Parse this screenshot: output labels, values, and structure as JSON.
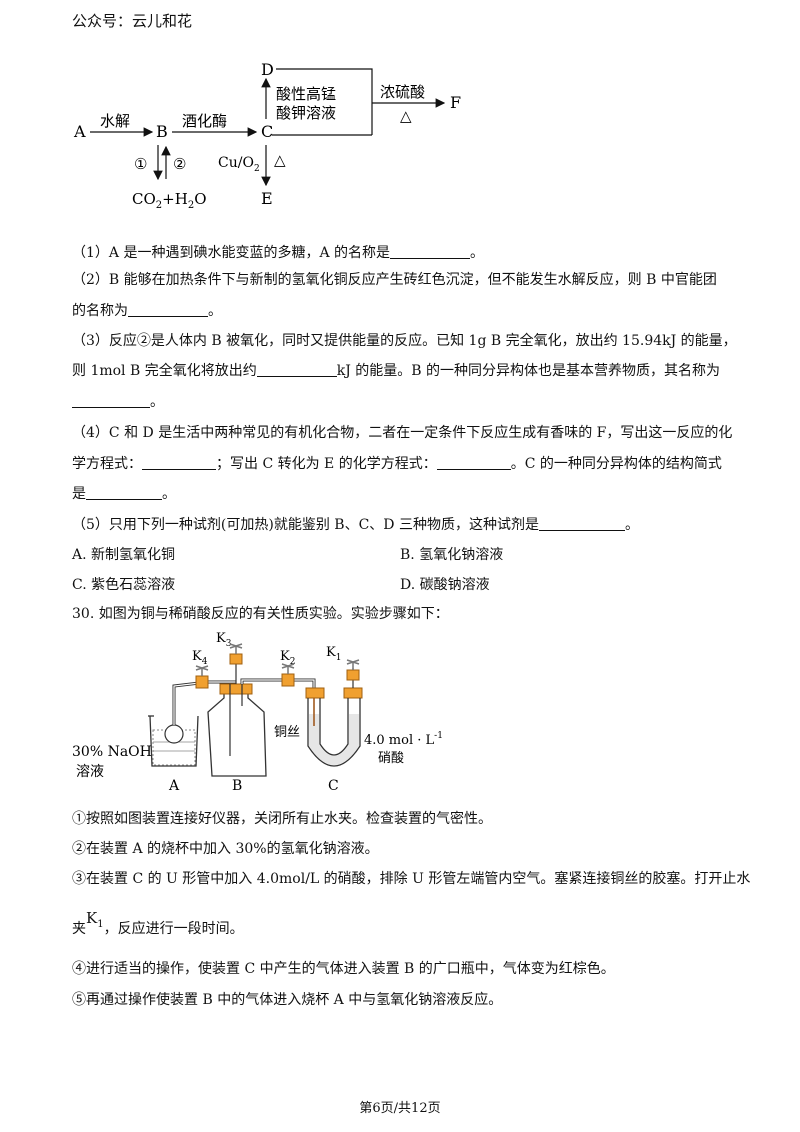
{
  "header": {
    "account": "公众号：云儿和花"
  },
  "scheme": {
    "A": "A",
    "B": "B",
    "C": "C",
    "D": "D",
    "E": "E",
    "F": "F",
    "ab_label": "水解",
    "bc_label": "酒化酶",
    "cd_label_1": "酸性高锰",
    "cd_label_2": "酸钾溶液",
    "cf_label": "浓硫酸",
    "heat": "△",
    "circle1": "①",
    "circle2": "②",
    "co2": "CO",
    "sub2": "2",
    "plus_h": "+H",
    "o": "O",
    "cu": "Cu/O",
    "heat2": "△"
  },
  "q1": {
    "text": "（1）A 是一种遇到碘水能变蓝的多糖，A 的名称是",
    "end": "。"
  },
  "q2": {
    "line1": "（2）B 能够在加热条件下与新制的氢氧化铜反应产生砖红色沉淀，但不能发生水解反应，则 B 中官能团",
    "line2": "的名称为",
    "end": "。"
  },
  "q3": {
    "line1": "（3）反应②是人体内 B 被氧化，同时又提供能量的反应。已知 1g B 完全氧化，放出约 15.94kJ 的能量，",
    "line2a": "则 1mol B 完全氧化将放出约",
    "line2b": "kJ 的能量。B 的一种同分异构体也是基本营养物质，其名称为",
    "end": "。"
  },
  "q4": {
    "line1": "（4）C 和 D 是生活中两种常见的有机化合物，二者在一定条件下反应生成有香味的 F，写出这一反应的化",
    "line2a": "学方程式：",
    "line2b": "；写出 C 转化为 E 的化学方程式：",
    "line2c": "。C 的一种同分异构体的结构简式",
    "line3": "是",
    "end": "。"
  },
  "q5": {
    "text": "（5）只用下列一种试剂(可加热)就能鉴别 B、C、D 三种物质，这种试剂是",
    "end": "。",
    "options": [
      "A. 新制氢氧化铜",
      "B. 氢氧化钠溶液",
      "C. 紫色石蕊溶液",
      "D. 碳酸钠溶液"
    ]
  },
  "q30": {
    "text": "30. 如图为铜与稀硝酸反应的有关性质实验。实验步骤如下："
  },
  "apparatus": {
    "K1": "K",
    "K2": "K",
    "K3": "K",
    "K4": "K",
    "k1sub": "1",
    "k2sub": "2",
    "k3sub": "3",
    "k4sub": "4",
    "naoh_1": "30% NaOH",
    "naoh_2": "溶液",
    "copper": "铜丝",
    "conc": "4.0 mol · L",
    "conc_sup": "-1",
    "acid": "硝酸",
    "labelA": "A",
    "labelB": "B",
    "labelC": "C"
  },
  "steps": {
    "s1": "①按照如图装置连接好仪器，关闭所有止水夹。检查装置的气密性。",
    "s2": "②在装置 A 的烧杯中加入 30%的氢氧化钠溶液。",
    "s3a": "③在装置 C 的 U 形管中加入 4.0mol/L 的硝酸，排除 U 形管左端管内空气。塞紧连接铜丝的胶塞。打开止水",
    "s3b": "夹",
    "s3k": "K",
    "s3ksub": "1",
    "s3c": "，反应进行一段时间。",
    "s4": "④进行适当的操作，使装置 C 中产生的气体进入装置 B 的广口瓶中，气体变为红棕色。",
    "s5": "⑤再通过操作使装置 B 中的气体进入烧杯 A 中与氢氧化钠溶液反应。"
  },
  "footer": {
    "page": "第6页/共12页"
  }
}
